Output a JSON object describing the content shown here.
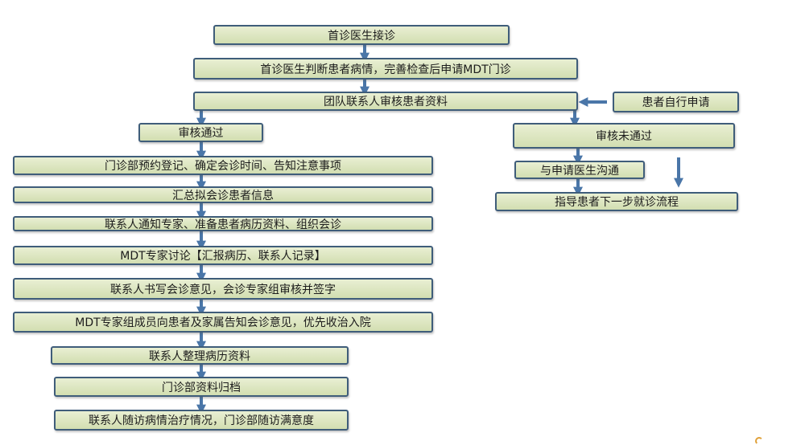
{
  "colors": {
    "box_fill": "#dde6c2",
    "box_border": "#3f5d7a",
    "arrow": "#4a76a8"
  },
  "steps": {
    "first_visit": "首诊医生接诊",
    "assess_and_apply": "首诊医生判断患者病情，完善检查后申请MDT门诊",
    "review_materials": "团队联系人审核患者资料",
    "self_apply": "患者自行申请",
    "approved": "审核通过",
    "rejected": "审核未通过",
    "book_register": "门诊部预约登记、确定会诊时间、告知注意事项",
    "compile_info": "汇总拟会诊患者信息",
    "notify_experts": "联系人通知专家、准备患者病历资料、组织会诊",
    "mdt_discussion": "MDT专家讨论【汇报病历、联系人记录】",
    "write_opinion": "联系人书写会诊意见，会诊专家组审核并签字",
    "inform_family": "MDT专家组成员向患者及家属告知会诊意见，优先收治入院",
    "organize_records": "联系人整理病历资料",
    "archive": "门诊部资料归档",
    "follow_up": "联系人随访病情治疗情况，门诊部随访满意度",
    "communicate_doctor": "与申请医生沟通",
    "guide_next": "指导患者下一步就诊流程"
  }
}
